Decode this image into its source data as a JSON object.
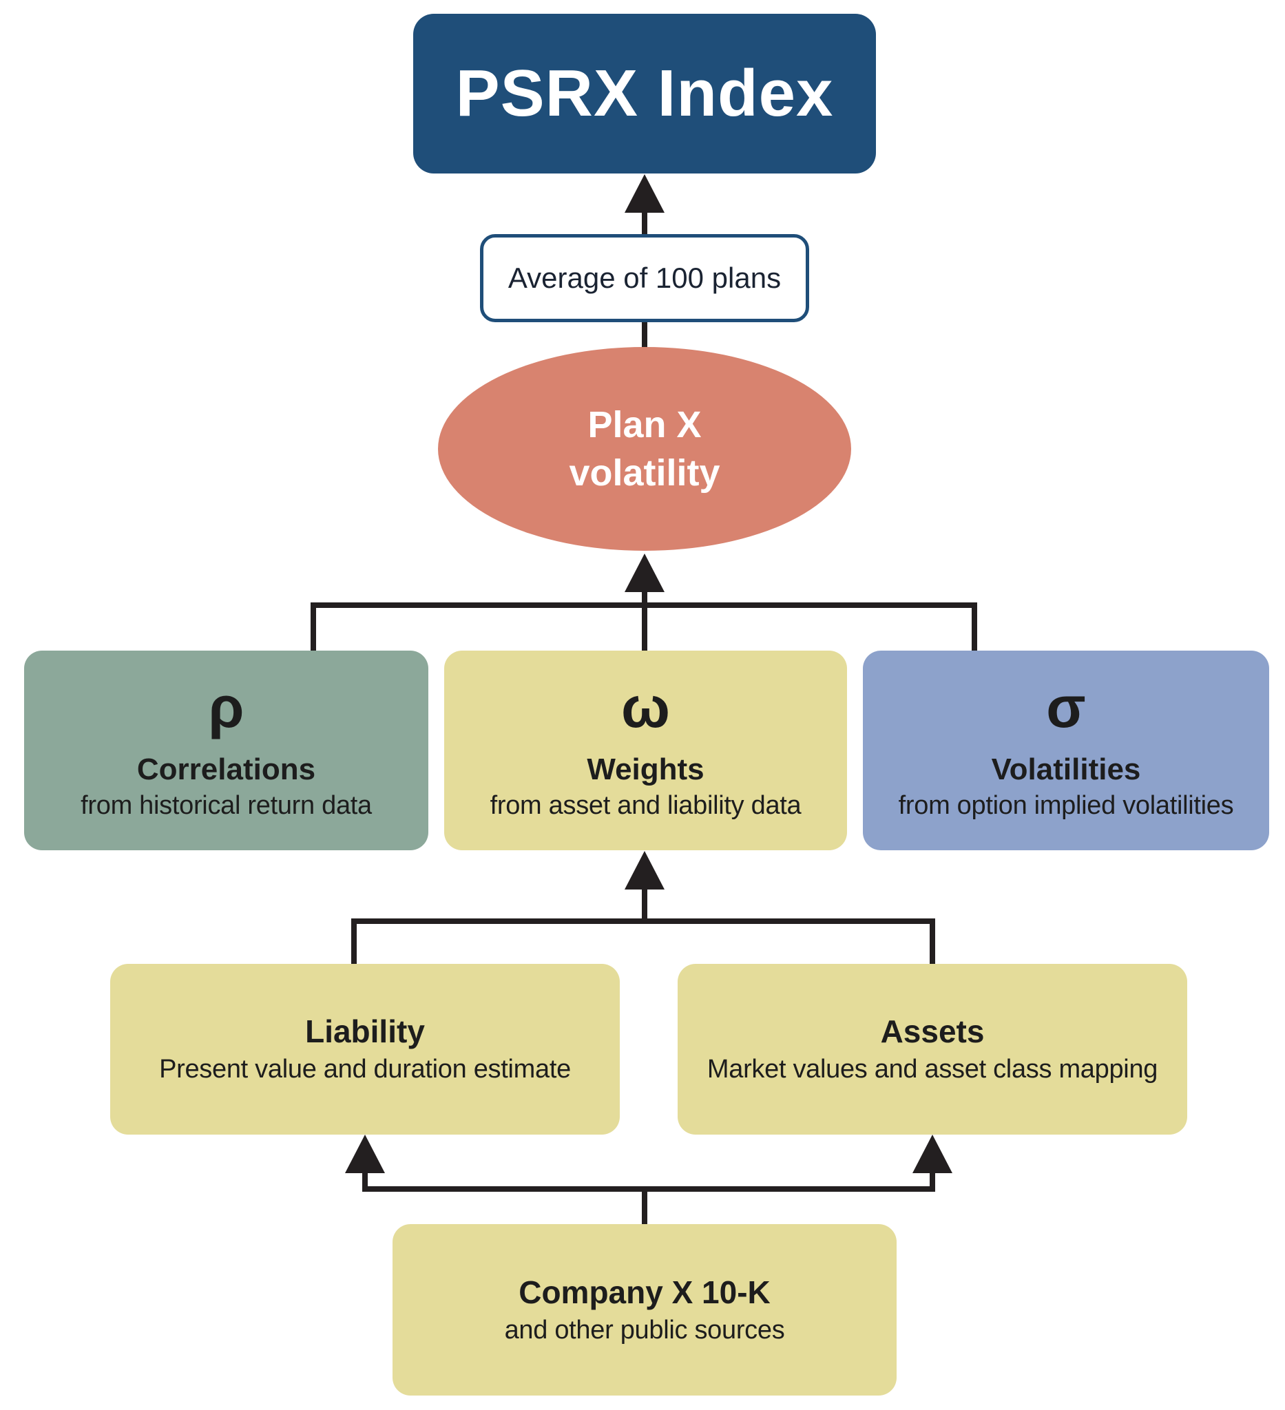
{
  "colors": {
    "root_bg": "#1F4E79",
    "ellipse_bg": "#D8836F",
    "factor_green": "#8CA89A",
    "factor_yellow": "#E4DC9A",
    "factor_blue": "#8DA2CB",
    "line": "#231F20",
    "text_dark": "#1D1D1D"
  },
  "root": {
    "label": "PSRX Index"
  },
  "average_note": {
    "label": "Average of 100 plans"
  },
  "plan_ellipse": {
    "line1": "Plan X",
    "line2": "volatility"
  },
  "factors": [
    {
      "symbol": "ρ",
      "title": "Correlations",
      "desc": "from historical return data"
    },
    {
      "symbol": "ω",
      "title": "Weights",
      "desc": "from asset and liability data"
    },
    {
      "symbol": "σ",
      "title": "Volatilities",
      "desc": "from option implied volatilities"
    }
  ],
  "inputs": [
    {
      "title": "Liability",
      "desc": "Present value and duration estimate"
    },
    {
      "title": "Assets",
      "desc": "Market values and asset class mapping"
    }
  ],
  "source": {
    "title": "Company X 10-K",
    "desc": "and other public sources"
  }
}
